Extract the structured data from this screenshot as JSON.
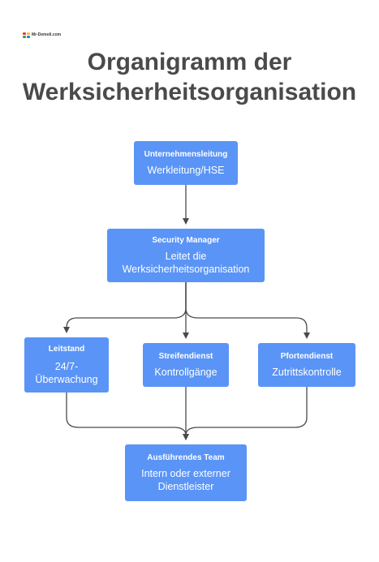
{
  "logo": {
    "text": "Mr-Demoli.com",
    "colors": [
      "#e53935",
      "#fbc02d",
      "#43a047",
      "#1e88e5"
    ]
  },
  "title": {
    "line1": "Organigramm der",
    "line2": "Werksicherheitsorganisation"
  },
  "colors": {
    "node": "#5a94f6",
    "connector": "#4a4a4a",
    "title": "#4a4a4a"
  },
  "nodes": {
    "management": {
      "role": "Unternehmensleitung",
      "description": "Werkleitung/HSE"
    },
    "security_manager": {
      "role": "Security Manager",
      "description_line1": "Leitet die",
      "description_line2": "Werksicherheitsorganisation"
    },
    "control_room": {
      "role": "Leitstand",
      "description_line1": "24/7-",
      "description_line2": "Überwachung"
    },
    "patrol": {
      "role": "Streifendienst",
      "description": "Kontrollgänge"
    },
    "gate": {
      "role": "Pfortendienst",
      "description": "Zutrittskontrolle"
    },
    "team": {
      "role": "Ausführendes Team",
      "description_line1": "Intern oder externer",
      "description_line2": "Dienstleister"
    }
  }
}
